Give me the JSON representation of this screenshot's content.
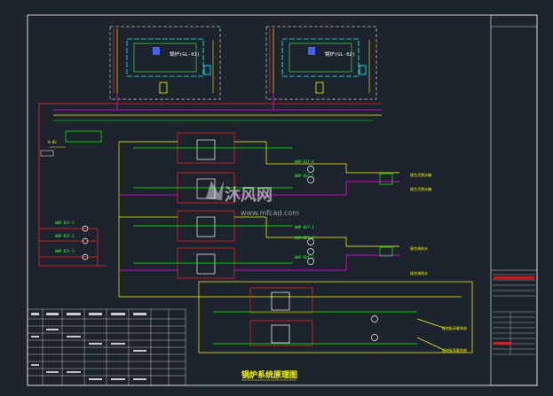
{
  "drawing": {
    "title": "锅炉系统原理图",
    "colors": {
      "background": "#1c232c",
      "frame": "#ffffff",
      "red": "#ff2020",
      "yellow": "#ffff00",
      "green": "#00ff00",
      "magenta": "#ff00ff",
      "cyan": "#00ffff",
      "blue": "#4060ff"
    }
  },
  "boilers": [
    {
      "label": "锅炉(GL-01)"
    },
    {
      "label": "锅炉(GL-02)"
    }
  ],
  "pumps_left": [
    {
      "label": "HWP-B1F-1"
    },
    {
      "label": "HWP-B1F-2"
    },
    {
      "label": "HWP-B1F-3"
    }
  ],
  "pumps_right": [
    {
      "label": "HWP-B1F-4"
    },
    {
      "label": "HWP-B1F-5"
    },
    {
      "label": "HWP-B2F-1"
    },
    {
      "label": "HWP-B2F-2"
    },
    {
      "label": "HWP-B2F-3"
    }
  ],
  "notes": {
    "tank": "H-02",
    "right_note_1": "接生活热水箱",
    "right_note_2": "接生活热水箱",
    "right_note_3": "接空调热水",
    "right_note_4": "接空调热水",
    "bottom_note_1": "接地板采暖系统",
    "bottom_note_2": "接地板采暖系统"
  },
  "watermark": {
    "brand": "沐风网",
    "url": "www.mfcad.com"
  }
}
